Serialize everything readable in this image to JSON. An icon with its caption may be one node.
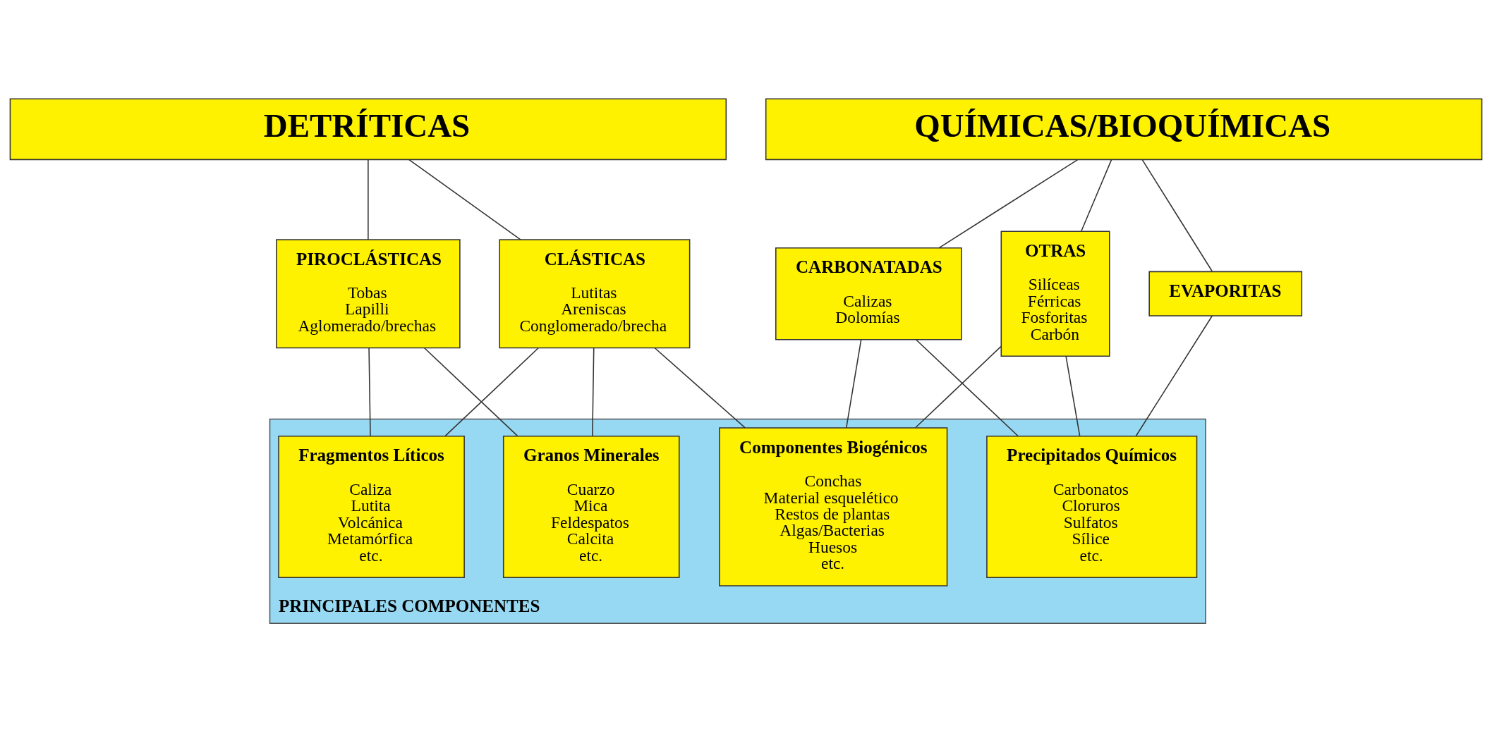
{
  "diagram": {
    "nodes": [
      {
        "text": [
          "DETRÍTICAS"
        ]
      },
      {
        "text": [
          "QUÍMICAS/BIOQUÍMICAS"
        ]
      },
      {
        "text": [
          "PIROCLÁSTICAS",
          "Tobas",
          "Lapilli",
          "Aglomerado/brechas"
        ]
      },
      {
        "text": [
          "CLÁSTICAS",
          "Lutitas",
          "Areniscas",
          "Conglomerado/brecha"
        ]
      },
      {
        "text": [
          "CARBONATADAS",
          "Calizas",
          "Dolomías"
        ]
      },
      {
        "text": [
          "OTRAS",
          "Silíceas",
          "Férricas",
          "Fosforitas",
          "Carbón"
        ]
      },
      {
        "text": [
          "EVAPORITAS"
        ]
      },
      {
        "text": [
          "PRINCIPALES COMPONENTES"
        ]
      },
      {
        "text": [
          "Granos Minerales",
          "Cuarzo",
          "Mica",
          "Feldespatos",
          "Calcita",
          "etc."
        ],
        "in": 7
      },
      {
        "text": [
          "Fragmentos Líticos",
          "Caliza",
          "Lutita",
          "Volcánica",
          "Metamórfica",
          "etc."
        ],
        "in": 7
      },
      {
        "text": [
          "Componentes Biogénicos",
          "Conchas",
          "Material esquelético",
          "Restos de plantas",
          "Algas/Bacterias",
          "Huesos",
          "etc."
        ],
        "in": 7
      },
      {
        "text": [
          "Precipitados Químicos",
          "Carbonatos",
          "Cloruros",
          "Sulfatos",
          "Sílice",
          "etc."
        ],
        "in": 7
      }
    ],
    "edges": [
      {
        "from": 0,
        "to": 2,
        "arrow": "none"
      },
      {
        "from": 0,
        "to": 3,
        "arrow": "none"
      },
      {
        "from": 1,
        "to": 4,
        "arrow": "none"
      },
      {
        "from": 1,
        "to": 5,
        "arrow": "none"
      },
      {
        "from": 1,
        "to": 6,
        "arrow": "none"
      },
      {
        "from": 2,
        "to": 8,
        "arrow": "none"
      },
      {
        "from": 2,
        "to": 9,
        "arrow": "none"
      },
      {
        "from": 3,
        "to": 8,
        "arrow": "none"
      },
      {
        "from": 3,
        "to": 9,
        "arrow": "none"
      },
      {
        "from": 3,
        "to": 10,
        "arrow": "none"
      },
      {
        "from": 4,
        "to": 10,
        "arrow": "none"
      },
      {
        "from": 4,
        "to": 11,
        "arrow": "none"
      },
      {
        "from": 5,
        "to": 10,
        "arrow": "none"
      },
      {
        "from": 5,
        "to": 11,
        "arrow": "none"
      },
      {
        "from": 6,
        "to": 11,
        "arrow": "none"
      }
    ]
  }
}
